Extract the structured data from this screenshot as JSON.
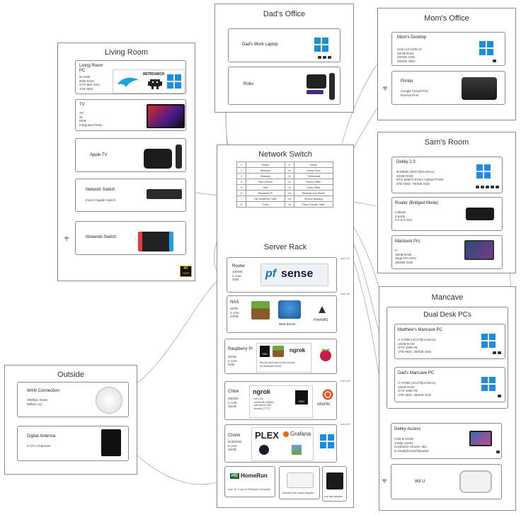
{
  "colors": {
    "windows": "#1a8fe0",
    "pfsense": "#1a6fc0",
    "ubuntu": "#e95420",
    "grafana": "#f46800",
    "raspberry": "#c51a4a",
    "ngrok": "#1f1e37"
  },
  "living_room": {
    "title": "Living Room",
    "pc": {
      "name": "Living Room PC",
      "specs": [
        "i5-4460",
        "8GB RAM",
        "GTX 960 Strix",
        "1TB HDD"
      ],
      "icons": [
        "dolphin-icon",
        "retroarch-icon",
        "windows-icon"
      ],
      "retroarch_label": "RETROARCH"
    },
    "tv": {
      "name": "TV",
      "specs": [
        "70\"",
        "4k",
        "HDR",
        "Integrated Roku"
      ]
    },
    "apple_tv": {
      "name": "Apple TV"
    },
    "switch": {
      "name": "Network Switch",
      "specs": [
        "8 port Gigabit Switch"
      ]
    },
    "nintendo": {
      "name": "Nintendo Switch"
    },
    "badge": {
      "top": "4K",
      "bottom": "HDR"
    }
  },
  "dads_office": {
    "title": "Dad's Office",
    "laptop": {
      "name": "Dad's Work Laptop"
    },
    "roku": {
      "name": "Roku"
    }
  },
  "moms_office": {
    "title": "Mom's Office",
    "desktop": {
      "name": "Mom's Desktop",
      "specs": [
        "Xeon e3 1225 v2",
        "16GB RAM",
        "250GB SSD",
        "250GB HDD"
      ]
    },
    "printer": {
      "name": "Printer",
      "specs": [
        "Google Cloud Print",
        "Normal Print"
      ]
    }
  },
  "sams_room": {
    "title": "Sam's Room",
    "dekky": {
      "name": "Dekky 2.0",
      "specs": [
        "i9-9900k (8C8T@5.0GHz)",
        "32GB RAM",
        "RTX 3080Ti EVGA Hybrid FTW3",
        "5TB HDD, 750GB SSD"
      ]
    },
    "router": {
      "name": "Router (Bridged Mode)",
      "specs": [
        "Linksys",
        "8 ports",
        "2.4 & 5 Ghz"
      ]
    },
    "macbook": {
      "name": "Macbook Pro",
      "specs": [
        "i7",
        "16GB RAM",
        "Vega Pro GPU",
        "250GB SSD"
      ]
    }
  },
  "mancave": {
    "title": "Mancave",
    "dual_title": "Dual Desk PCs",
    "matthew": {
      "name": "Matthew's Mancave PC",
      "specs": [
        "i7-4790k (4C4T@4.0GHz)",
        "16GB RAM",
        "GTX 1080 FE",
        "1TB HDD, 250GB SSD"
      ]
    },
    "dad": {
      "name": "Dad's Mancave PC",
      "specs": [
        "i7-4790k (4C4T@4.0GHz)",
        "16GB RAM",
        "GTX 1080 FE",
        "1TB HDD, 250GB SSD"
      ]
    },
    "access": {
      "name": "Dekky Access",
      "specs": [
        "USB & HDMI",
        "1440p 144hz",
        "Keyboard, Mouse, Mic,",
        "& Headphones/Speaker"
      ]
    },
    "wiiu": {
      "name": "Wii U"
    }
  },
  "network_switch": {
    "title": "Network Switch",
    "ports": [
      [
        "1",
        "Router",
        "9",
        "Chonk"
      ],
      [
        "2",
        "Mancave",
        "10",
        "Living Room"
      ],
      [
        "3",
        "Mancave",
        "11",
        "Thermostat"
      ],
      [
        "4",
        "Sam's Room",
        "12",
        "Mom's Office"
      ],
      [
        "5",
        "NAS",
        "13",
        "Dad's Office"
      ],
      [
        "6",
        "Raspberry Pi",
        "14",
        "Ethernet over Power"
      ],
      [
        "7",
        "HD HomeRun Tuner",
        "15",
        "Monroe Building"
      ],
      [
        "8",
        "Chink",
        "16",
        "Extra Outside Cable"
      ]
    ]
  },
  "server_rack": {
    "title": "Server Rack",
    "router": {
      "name": "Router",
      "specs": [
        "100GB",
        "4 core",
        "2GB"
      ],
      "logo_pf": "pf",
      "logo_sense": "sense",
      "tag": "Icon #1"
    },
    "nas": {
      "name": "NAS",
      "specs": [
        "16TB",
        "4 core",
        "24GB"
      ],
      "web_server": "Web Server",
      "freenas": "FreeNAS",
      "tag": "Icon #2"
    },
    "pi": {
      "name": "Raspberry Pi",
      "specs": [
        "32GB",
        "2 core",
        "2GB"
      ],
      "note_1": "link into NAS and to the console",
      "note_2": "for Minecraft Server",
      "ngrok": "ngrok",
      "ssh": "SSH"
    },
    "chink": {
      "name": "Chink",
      "specs": [
        "250GB",
        "4 core",
        "16GB"
      ],
      "ngrok": "ngrok",
      "ngrok_list": [
        "- ssh (22)",
        "- minecraft (25565)",
        "- web server (80)",
        "- terraria (7777)"
      ],
      "ssh": "SSH",
      "ubuntu": "ubuntu",
      "tag": "Icon #3"
    },
    "chonk": {
      "name": "Chonk",
      "specs": [
        "8x300GB",
        "8 core",
        "16GB"
      ],
      "plex": "PLEX",
      "grafana": "Grafana",
      "tag": "Icon #4"
    },
    "homerun": {
      "logo_hd": "HD",
      "logo_text": "HomeRun",
      "caption": "Live TV Coax to Ethernet Converter"
    },
    "eop": {
      "caption": "ethernet over power adapter"
    },
    "poe": {
      "caption": "poe wan adapter"
    }
  },
  "outside": {
    "title": "Outside",
    "wan": {
      "name": "WAN Connection",
      "specs": [
        "25Mbps Down",
        "6Mbps Up"
      ]
    },
    "antenna": {
      "name": "Digital Antenna",
      "specs": [
        "8 OTA Channels"
      ]
    }
  }
}
